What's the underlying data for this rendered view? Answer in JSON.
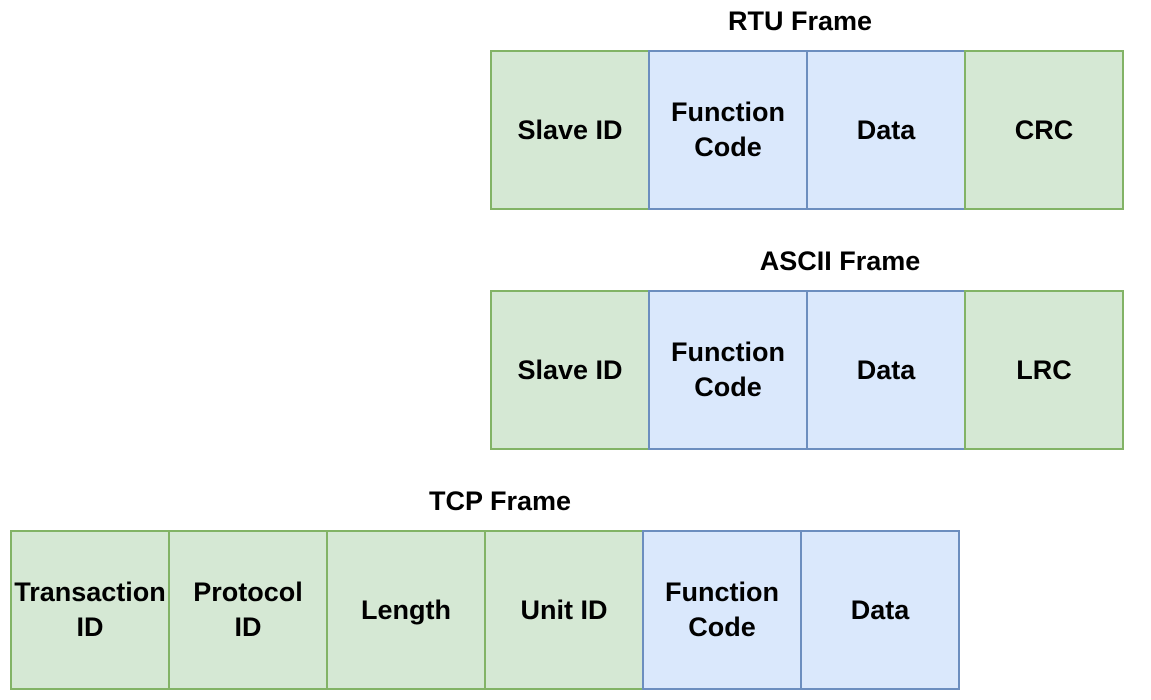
{
  "rtu": {
    "title": "RTU Frame",
    "cells": [
      {
        "label": "Slave ID",
        "color": "#d5e8d4"
      },
      {
        "label": "Function\nCode",
        "color": "#dae8fc"
      },
      {
        "label": "Data",
        "color": "#dae8fc"
      },
      {
        "label": "CRC",
        "color": "#d5e8d4"
      }
    ]
  },
  "ascii": {
    "title": "ASCII Frame",
    "cells": [
      {
        "label": "Slave ID",
        "color": "#d5e8d4"
      },
      {
        "label": "Function\nCode",
        "color": "#dae8fc"
      },
      {
        "label": "Data",
        "color": "#dae8fc"
      },
      {
        "label": "LRC",
        "color": "#d5e8d4"
      }
    ]
  },
  "tcp": {
    "title": "TCP Frame",
    "cells": [
      {
        "label": "Transaction\nID",
        "color": "#d5e8d4"
      },
      {
        "label": "Protocol\nID",
        "color": "#d5e8d4"
      },
      {
        "label": "Length",
        "color": "#d5e8d4"
      },
      {
        "label": "Unit ID",
        "color": "#d5e8d4"
      },
      {
        "label": "Function\nCode",
        "color": "#dae8fc"
      },
      {
        "label": "Data",
        "color": "#dae8fc"
      }
    ]
  },
  "colors": {
    "header_fields": "#d5e8d4",
    "header_border": "#82b366",
    "pdu_fields": "#dae8fc",
    "pdu_border": "#6c8ebf"
  }
}
